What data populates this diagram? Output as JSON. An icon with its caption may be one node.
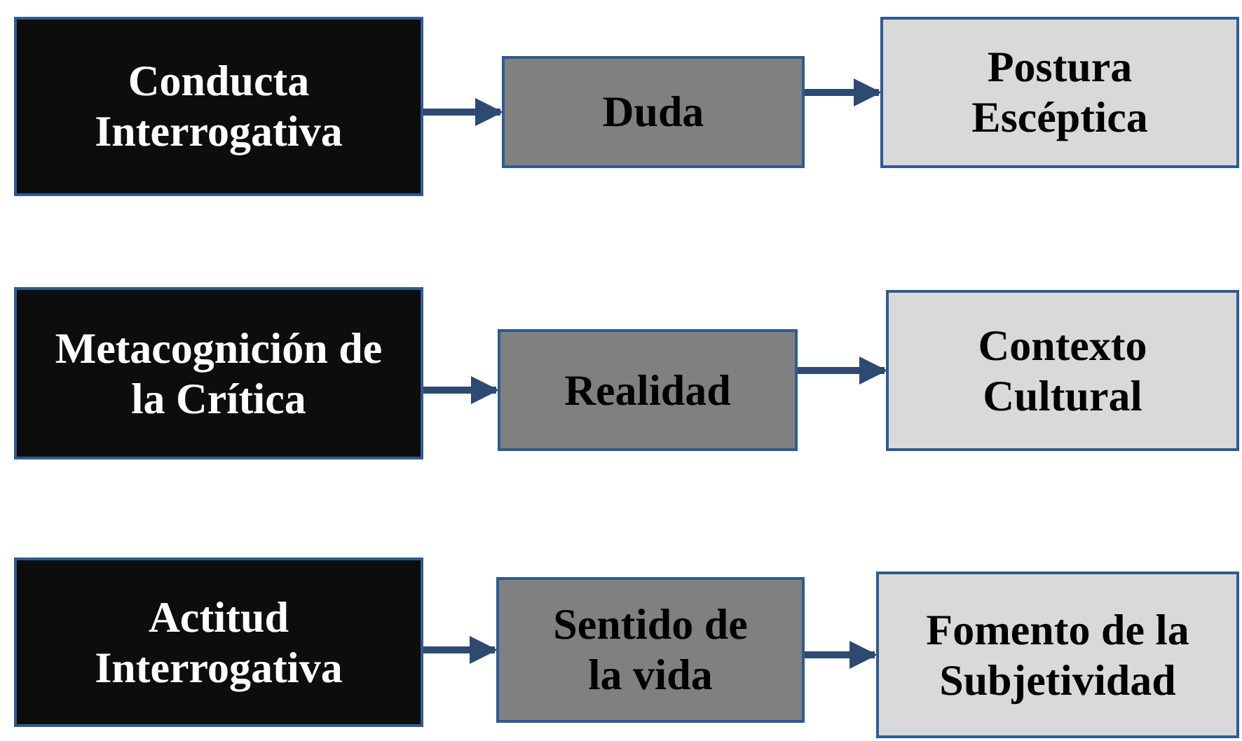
{
  "diagram": {
    "nodes": [
      {
        "text": [
          "Conducta Interrogativa"
        ]
      },
      {
        "text": [
          "Duda"
        ]
      },
      {
        "text": [
          "Postura Escéptica"
        ]
      },
      {
        "text": [
          "Metacognición de la Crítica"
        ]
      },
      {
        "text": [
          "Realidad"
        ]
      },
      {
        "text": [
          "Contexto Cultural"
        ]
      },
      {
        "text": [
          "Actitud Interrogativa"
        ]
      },
      {
        "text": [
          "Sentido de la vida"
        ]
      },
      {
        "text": [
          "Fomento de la Subjetividad"
        ]
      }
    ],
    "edges": [
      {
        "from": 0,
        "to": 1,
        "arrow": "to"
      },
      {
        "from": 1,
        "to": 2,
        "arrow": "to"
      },
      {
        "from": 3,
        "to": 4,
        "arrow": "to"
      },
      {
        "from": 4,
        "to": 5,
        "arrow": "to"
      },
      {
        "from": 6,
        "to": 7,
        "arrow": "to"
      },
      {
        "from": 7,
        "to": 8,
        "arrow": "to"
      }
    ]
  }
}
